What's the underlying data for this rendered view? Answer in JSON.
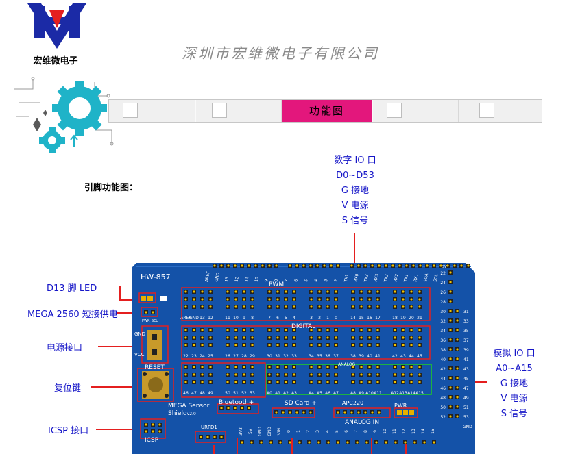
{
  "logo": {
    "caption": "宏维微电子"
  },
  "header": {
    "company": "深圳市宏维微电子有限公司"
  },
  "banner": {
    "title": "功能图"
  },
  "section": {
    "label": "引脚功能图："
  },
  "annotations": {
    "digital": [
      "数字 IO 口",
      "D0~D53",
      "G 接地",
      "V 电源",
      "S 信号"
    ],
    "analog": [
      "模拟 IO 口",
      "A0~A15",
      "G 接地",
      "V 电源",
      "S 信号"
    ],
    "d13": "D13 脚 LED",
    "mega": "MEGA 2560 短接供电",
    "power": "电源接口",
    "reset": "复位键",
    "icsp": "ICSP 接口"
  },
  "board": {
    "model": "HW-857",
    "silk_reset": "RESET",
    "silk_digital": "DIGITAL",
    "silk_pwm": "PWM",
    "silk_analog_small": "ANALOG",
    "silk_analog_in": "ANALOG IN",
    "silk_mega1": "MEGA Sensor",
    "silk_mega2": "Shield",
    "silk_ver": "v2.0",
    "silk_bt": "Bluetooth+",
    "silk_sd": "SD Card +",
    "silk_apc": "APC220",
    "silk_urf": "URFD1",
    "silk_icsp": "ICSP",
    "silk_pwr": "PWR",
    "silk_pwrsel": "PWR_SEL",
    "silk_gnd": "GND",
    "silk_vcc": "VCC",
    "silk_5v": "5V",
    "silk_gnd2": "GND",
    "top_labels": [
      "AREF",
      "GND",
      "13",
      "12",
      "11",
      "10",
      "9",
      "8",
      "7",
      "6",
      "5",
      "4",
      "3",
      "2",
      "TX1",
      "RX0",
      "TX3",
      "RX3",
      "TX2",
      "RX2",
      "TX1",
      "RX1",
      "SDA",
      "SCL"
    ],
    "row1_nums": [
      "AREF",
      "GND",
      "13",
      "12",
      "11",
      "10",
      "9",
      "8",
      "7",
      "6",
      "5",
      "4",
      "3",
      "2",
      "1",
      "0",
      "14",
      "15",
      "16",
      "17",
      "18",
      "19",
      "20",
      "21"
    ],
    "row2_nums": [
      "22",
      "23",
      "24",
      "25",
      "26",
      "27",
      "28",
      "29",
      "30",
      "31",
      "32",
      "33",
      "34",
      "35",
      "36",
      "37",
      "38",
      "39",
      "40",
      "41",
      "42",
      "43",
      "44",
      "45"
    ],
    "row3_nums": [
      "46",
      "47",
      "48",
      "49",
      "50",
      "51",
      "52",
      "53",
      "A0",
      "A1",
      "A2",
      "A3",
      "A4",
      "A5",
      "A6",
      "A7",
      "A8",
      "A9",
      "A10",
      "A11",
      "A12",
      "A13",
      "A14",
      "A15"
    ],
    "right_left": [
      "22",
      "24",
      "26",
      "28",
      "30",
      "32",
      "34",
      "36",
      "38",
      "40",
      "42",
      "44",
      "46",
      "48",
      "50",
      "52"
    ],
    "right_right": [
      "31",
      "33",
      "35",
      "37",
      "39",
      "41",
      "43",
      "45",
      "47",
      "49",
      "51",
      "53"
    ],
    "bottom_labels": [
      "3V3",
      "5V",
      "GND",
      "GND",
      "VIN",
      "0",
      "1",
      "2",
      "3",
      "4",
      "5",
      "6",
      "7",
      "8",
      "9",
      "10",
      "11",
      "12",
      "13",
      "14",
      "15"
    ]
  }
}
